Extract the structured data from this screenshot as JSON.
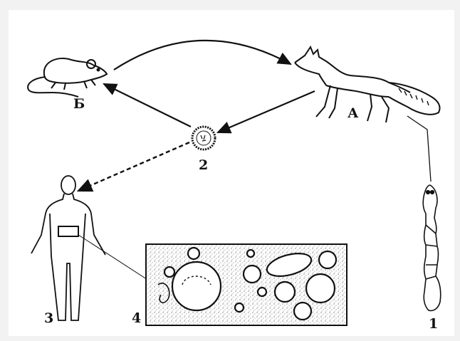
{
  "labels": {
    "host_a": "А",
    "host_b": "Б",
    "egg": "2",
    "human": "3",
    "cyst_section": "4",
    "worm": "1"
  },
  "colors": {
    "ink": "#111111",
    "background": "#ffffff",
    "page": "#f2f2f2"
  },
  "icons": [
    "fox-icon",
    "rat-icon",
    "egg-icon",
    "human-icon",
    "tapeworm-icon",
    "cyst-tissue-icon"
  ]
}
